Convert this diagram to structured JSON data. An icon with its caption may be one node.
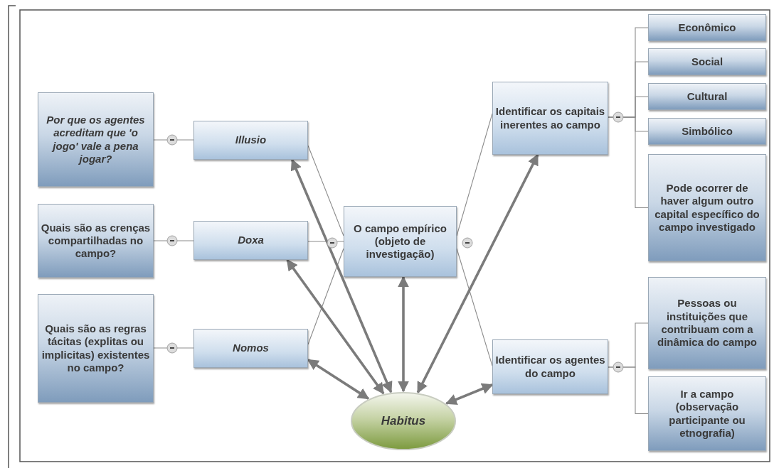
{
  "diagram": {
    "nodes": [
      {
        "text": [
          "Por que os agentes acreditam que 'o jogo' vale a pena jogar?"
        ]
      },
      {
        "text": [
          "Illusio"
        ]
      },
      {
        "text": [
          "Quais são as crenças compartilhadas no campo?"
        ]
      },
      {
        "text": [
          "Doxa"
        ]
      },
      {
        "text": [
          "Quais são as regras tácitas (explitas ou implicitas) existentes no campo?"
        ]
      },
      {
        "text": [
          "Nomos"
        ]
      },
      {
        "text": [
          "O campo empírico (objeto de investigação)"
        ]
      },
      {
        "text": [
          "Identificar os capitais inerentes ao campo"
        ]
      },
      {
        "text": [
          "Econômico"
        ]
      },
      {
        "text": [
          "Social"
        ]
      },
      {
        "text": [
          "Cultural"
        ]
      },
      {
        "text": [
          "Simbólico"
        ]
      },
      {
        "text": [
          "Pode ocorrer de haver algum outro capital específico do campo investigado"
        ]
      },
      {
        "text": [
          "Identificar os agentes do campo"
        ]
      },
      {
        "text": [
          "Pessoas ou instituições que contribuam com a dinâmica do campo"
        ]
      },
      {
        "text": [
          "Ir a campo (observação participante ou etnografia)"
        ]
      },
      {
        "text": [
          "Habitus"
        ]
      }
    ],
    "edges": [
      {
        "from": 1,
        "to": 0,
        "arrow": "none"
      },
      {
        "from": 3,
        "to": 2,
        "arrow": "none"
      },
      {
        "from": 5,
        "to": 4,
        "arrow": "none"
      },
      {
        "from": 6,
        "to": 1,
        "arrow": "none"
      },
      {
        "from": 6,
        "to": 3,
        "arrow": "none"
      },
      {
        "from": 6,
        "to": 5,
        "arrow": "none"
      },
      {
        "from": 6,
        "to": 7,
        "arrow": "none"
      },
      {
        "from": 6,
        "to": 13,
        "arrow": "none"
      },
      {
        "from": 7,
        "to": 8,
        "arrow": "none"
      },
      {
        "from": 7,
        "to": 9,
        "arrow": "none"
      },
      {
        "from": 7,
        "to": 10,
        "arrow": "none"
      },
      {
        "from": 7,
        "to": 11,
        "arrow": "none"
      },
      {
        "from": 7,
        "to": 12,
        "arrow": "none"
      },
      {
        "from": 13,
        "to": 14,
        "arrow": "none"
      },
      {
        "from": 13,
        "to": 15,
        "arrow": "none"
      },
      {
        "from": 16,
        "to": 1,
        "arrow": "both",
        "style": "thick"
      },
      {
        "from": 16,
        "to": 3,
        "arrow": "both",
        "style": "thick"
      },
      {
        "from": 16,
        "to": 5,
        "arrow": "both",
        "style": "thick"
      },
      {
        "from": 16,
        "to": 6,
        "arrow": "both",
        "style": "thick"
      },
      {
        "from": 16,
        "to": 7,
        "arrow": "both",
        "style": "thick"
      },
      {
        "from": 16,
        "to": 13,
        "arrow": "both",
        "style": "thick"
      }
    ]
  }
}
